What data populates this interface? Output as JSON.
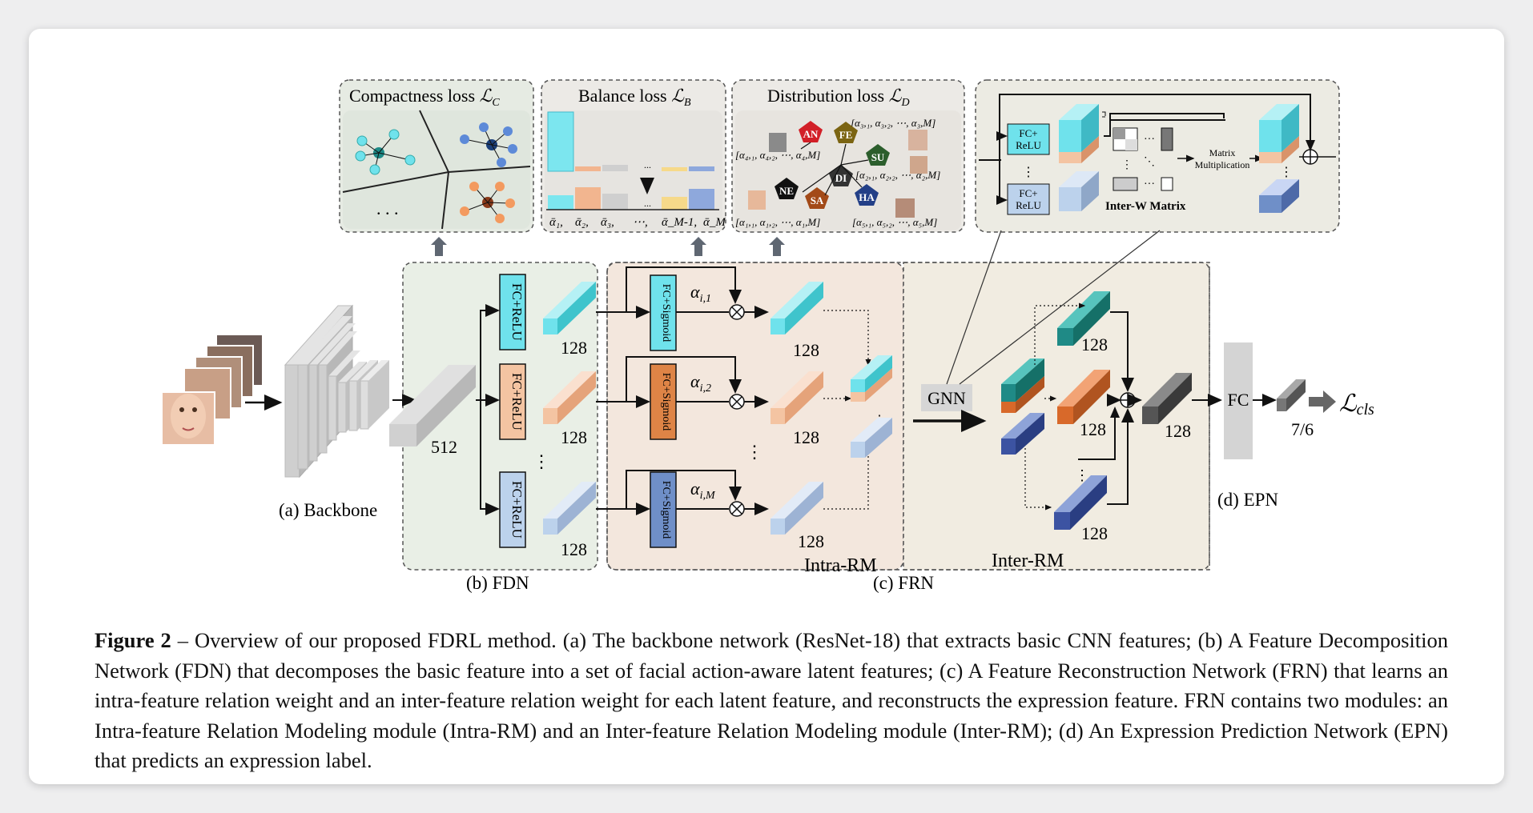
{
  "figure": {
    "losses": {
      "compactness_prefix": "Compactness loss",
      "compactness_sym": "ℒ",
      "compactness_sub": "C",
      "balance_prefix": "Balance loss",
      "balance_sym": "ℒ",
      "balance_sub": "B",
      "distribution_prefix": "Distribution loss",
      "distribution_sym": "ℒ",
      "distribution_sub": "D"
    },
    "compactness_dots": ". . .",
    "balance_axis_labels": [
      "ᾱ₁,",
      "ᾱ₂,",
      "ᾱ₃,",
      "⋯,",
      "ᾱ_M-1,",
      "ᾱ_M"
    ],
    "distribution": {
      "row_top": "[α₃,₁, α₃,₂, ⋯, α₃,M]",
      "row_left": "[α₄,₁, α₄,₂, ⋯, α₄,M]",
      "row_mid_right": "[α₂,₁, α₂,₂, ⋯, α₂,M]",
      "row_bottom_left": "[α₁,₁, α₁,₂, ⋯, α₁,M]",
      "row_bottom_right": "[α₅,₁, α₅,₂, ⋯, α₅,M]",
      "expressions": [
        "AN",
        "FE",
        "SU",
        "DI",
        "NE",
        "SA",
        "HA"
      ]
    },
    "inter_w": {
      "fc_relu_line1": "FC+",
      "fc_relu_line2": "ReLU",
      "matrix_mult_line1": "Matrix",
      "matrix_mult_line2": "Multiplication",
      "matrix_label": "Inter-W Matrix"
    },
    "backbone_label": "(a) Backbone",
    "fdn": {
      "fc_relu": "FC+ReLU",
      "dim_512": "512",
      "dim_128": "128",
      "label": "(b) FDN"
    },
    "intra": {
      "fc_sigmoid": "FC+Sigmoid",
      "alpha_1": "α",
      "alpha_1_sub": "i,1",
      "alpha_2": "α",
      "alpha_2_sub": "i,2",
      "alpha_m": "α",
      "alpha_m_sub": "i,M",
      "label": "Intra-RM"
    },
    "inter": {
      "gnn": "GNN",
      "label": "Inter-RM"
    },
    "frn_label": "(c) FRN",
    "epn": {
      "fc": "FC",
      "dim": "7/6",
      "loss_sym": "ℒ",
      "loss_sub": "cls",
      "label": "(d) EPN"
    },
    "colors": {
      "panel_green": "#e9efe6",
      "panel_intra": "#f3e7dd",
      "panel_inter": "#f1ece1",
      "cyan": "#6fe2ec",
      "peach": "#f4c4a2",
      "lightblue": "#bcd2ec",
      "orange": "#de8446",
      "blue": "#6f8fc8",
      "teal": "#1f8a86",
      "navy": "#3c53a2",
      "darkorange": "#d8692a"
    }
  },
  "caption": {
    "label": "Figure 2",
    "text": " – Overview of our proposed FDRL method.  (a) The backbone network (ResNet-18) that extracts basic CNN features; (b) A Feature Decomposition Network (FDN) that decomposes the basic feature into a set of facial action-aware latent features; (c) A Feature Reconstruction Network (FRN) that learns an intra-feature relation weight and an inter-feature relation weight for each latent feature, and reconstructs the expression feature.  FRN contains two modules: an Intra-feature Relation Modeling module (Intra-RM) and an Inter-feature Relation Modeling module (Inter-RM); (d) An Expression Prediction Network (EPN) that predicts an expression label."
  }
}
